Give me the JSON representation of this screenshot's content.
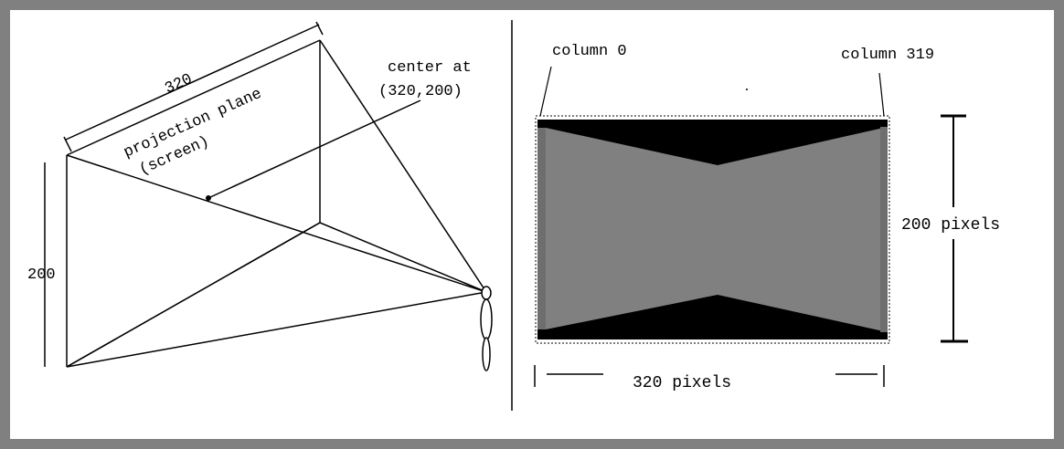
{
  "left_panel": {
    "width_label": "320",
    "height_label": "200",
    "plane_label_line1": "projection plane",
    "plane_label_line2": "(screen)",
    "center_label_line1": "center at",
    "center_label_line2": "(320,200)"
  },
  "right_panel": {
    "column_first_label": "column 0",
    "column_last_label": "column 319",
    "height_pixels_label": "200 pixels",
    "width_pixels_label": "320 pixels"
  },
  "colors": {
    "frame": "#808080",
    "screen_fill": "#707070",
    "wall_fill": "#7f7f7f",
    "dark_fill": "#000000"
  }
}
